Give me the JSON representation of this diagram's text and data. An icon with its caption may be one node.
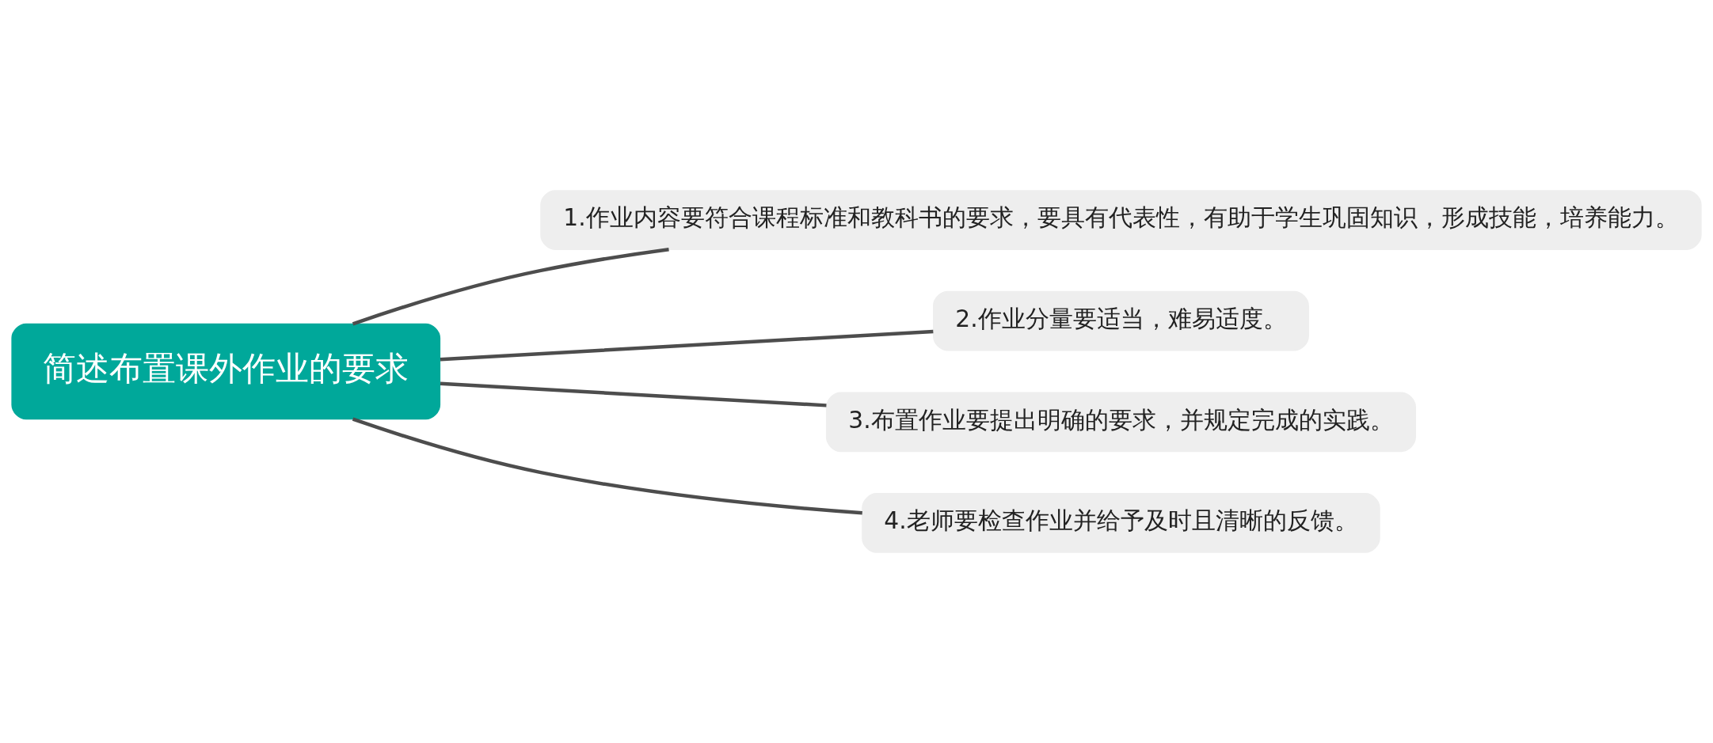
{
  "diagram": {
    "nodes": [
      {
        "text": [
          "简述布置课外作业的要求"
        ]
      },
      {
        "text": [
          "1.作业内容要符合课程标准和教科书的要求，要具有代表性，有助于学生巩固知识，形成技能，培养能力。"
        ]
      },
      {
        "text": [
          "2.作业分量要适当，难易适度。"
        ]
      },
      {
        "text": [
          "3.布置作业要提出明确的要求，并规定完成的实践。"
        ]
      },
      {
        "text": [
          "4.老师要检查作业并给予及时且清晰的反馈。"
        ]
      }
    ],
    "edges": [
      {
        "from": 0,
        "to": 1,
        "arrow": "none"
      },
      {
        "from": 0,
        "to": 2,
        "arrow": "none"
      },
      {
        "from": 0,
        "to": 3,
        "arrow": "none"
      },
      {
        "from": 0,
        "to": 4,
        "arrow": "none"
      }
    ]
  }
}
